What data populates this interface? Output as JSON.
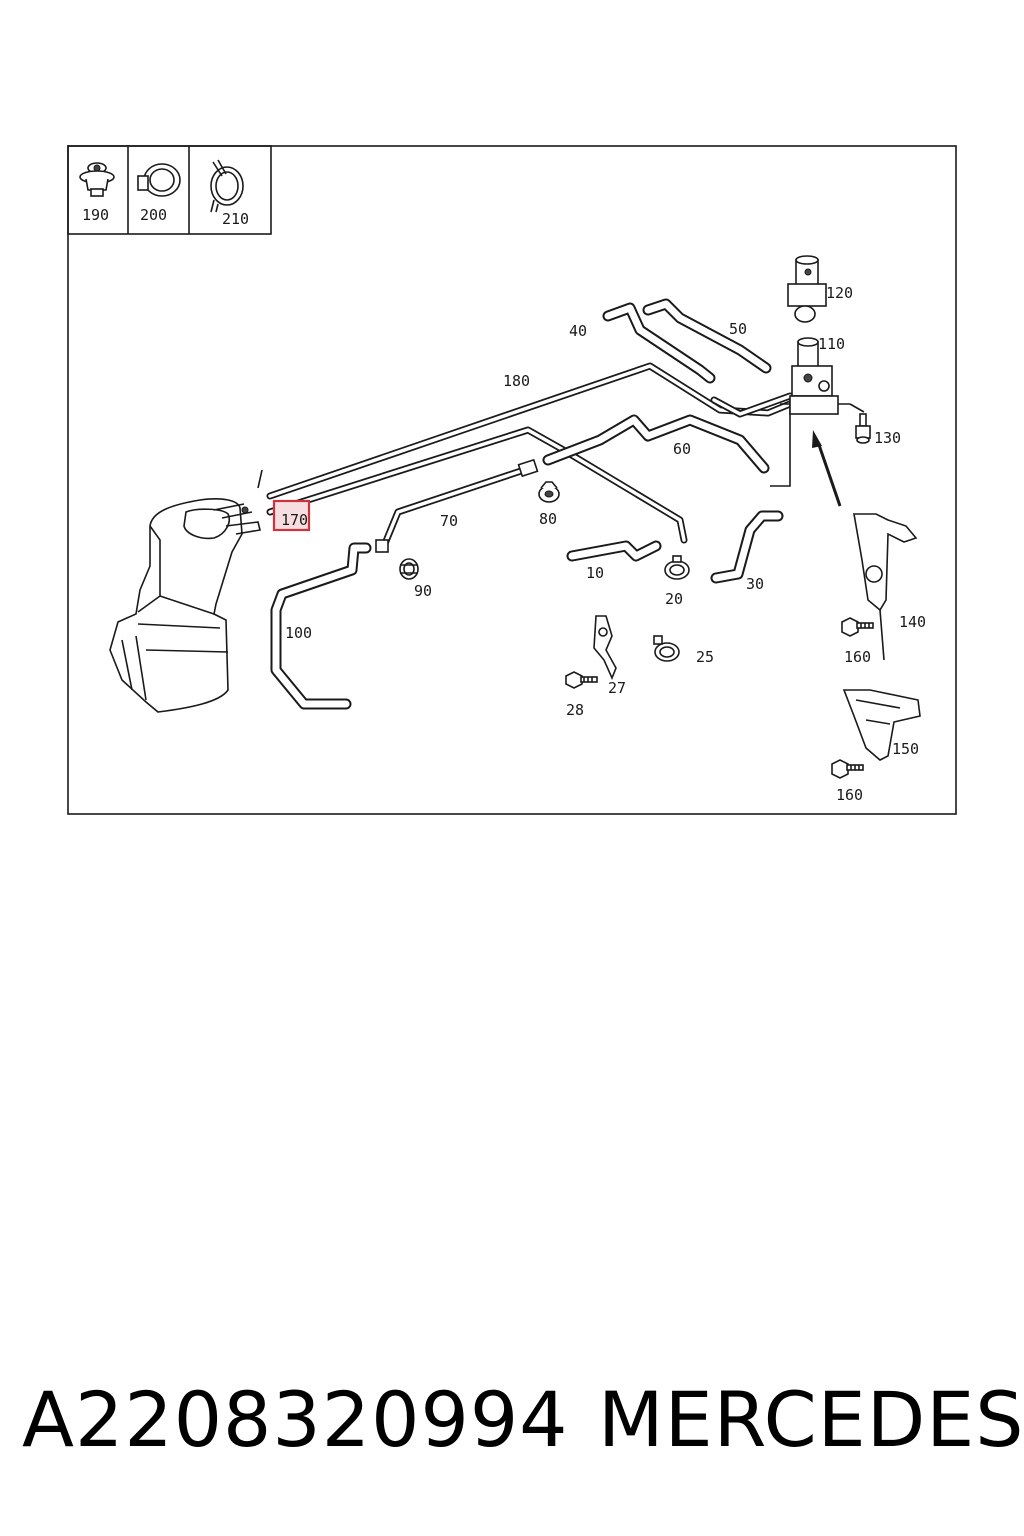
{
  "legend": {
    "items": [
      {
        "number": "190",
        "icon": "grommet-clip-icon"
      },
      {
        "number": "200",
        "icon": "hose-clamp-icon"
      },
      {
        "number": "210",
        "icon": "spring-clamp-icon"
      }
    ]
  },
  "callouts": {
    "c10": "10",
    "c20": "20",
    "c25": "25",
    "c27": "27",
    "c28": "28",
    "c30": "30",
    "c40": "40",
    "c50": "50",
    "c60": "60",
    "c70": "70",
    "c80": "80",
    "c90": "90",
    "c100": "100",
    "c110": "110",
    "c120": "120",
    "c130": "130",
    "c140": "140",
    "c150": "150",
    "c160a": "160",
    "c160b": "160",
    "c170": "170",
    "c180": "180"
  },
  "highlight": {
    "callout": "170",
    "color": "#d0323c"
  },
  "footer": {
    "part_number": "A2208320994",
    "brand": "MERCEDES"
  }
}
